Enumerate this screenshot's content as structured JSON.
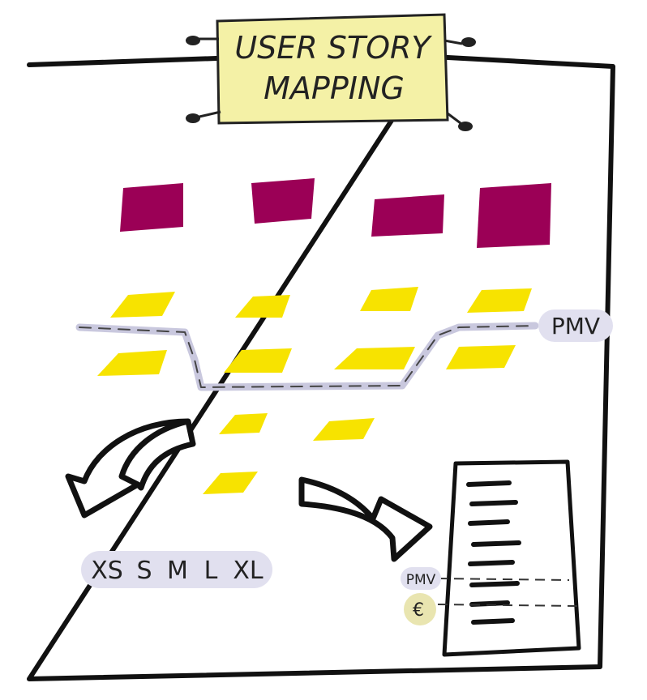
{
  "title": {
    "line1": "USER STORY",
    "line2": "MAPPING"
  },
  "mvp_label": "PMV",
  "sizes": [
    "XS",
    "S",
    "M",
    "L",
    "XL"
  ],
  "document": {
    "mvp_label": "PMV",
    "currency_symbol": "€"
  },
  "colors": {
    "banner": "#f4f1a6",
    "epic": "#9b0056",
    "story": "#f7e300",
    "tag_bg": "#e1e0ef",
    "coin_bg": "#e9e5b0"
  }
}
